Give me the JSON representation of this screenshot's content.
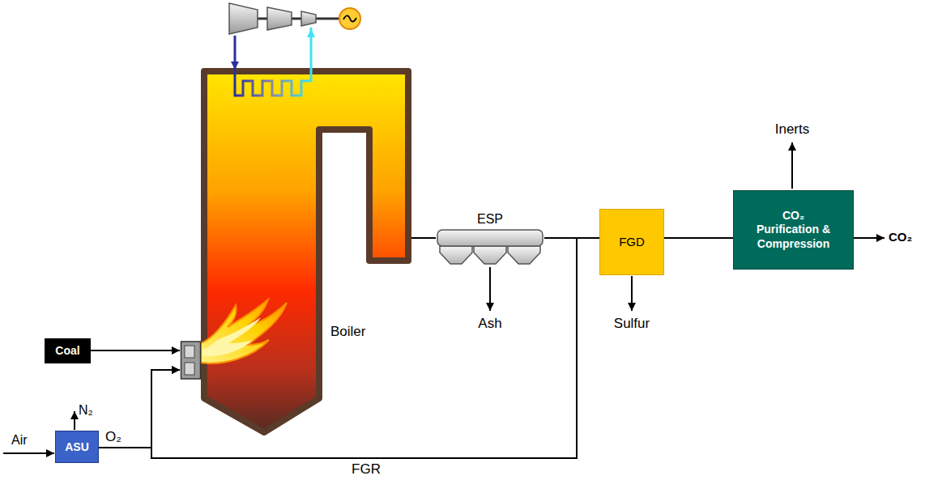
{
  "diagram": {
    "nodes": [
      {
        "text": [
          "Coal"
        ]
      },
      {
        "text": [
          "ASU"
        ]
      },
      {
        "text": [
          "Boiler"
        ]
      },
      {
        "text": [
          "ESP"
        ]
      },
      {
        "text": [
          "FGD"
        ]
      },
      {
        "text": [
          "CO₂ Purification & Compression"
        ]
      }
    ],
    "edges": [
      {
        "from": 0,
        "to": 2,
        "arrow": "to"
      },
      {
        "from": 1,
        "to": 2,
        "arrow": "to",
        "label": "O₂"
      },
      {
        "from": 2,
        "to": 3,
        "arrow": "none"
      },
      {
        "from": 3,
        "to": 4,
        "arrow": "none"
      },
      {
        "from": 4,
        "to": 5,
        "arrow": "none"
      },
      {
        "from": 3,
        "to": 2,
        "arrow": "to",
        "label": "FGR"
      }
    ],
    "labels": [
      "N₂",
      "Air",
      "Ash",
      "Sulfur",
      "Inerts",
      "CO₂"
    ]
  }
}
